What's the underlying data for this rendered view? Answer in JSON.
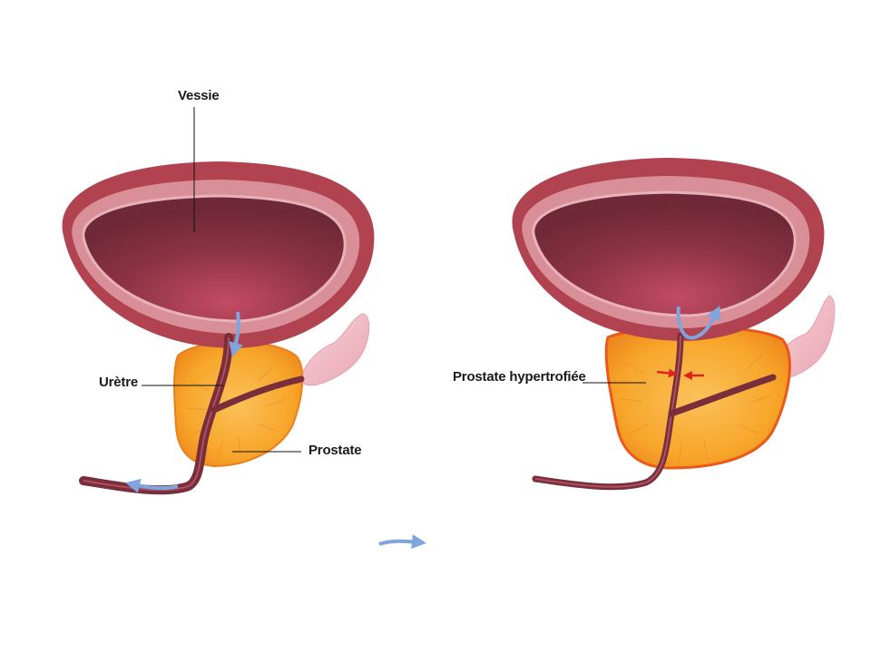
{
  "labels": {
    "bladder": "Vessie",
    "urethra": "Urètre",
    "prostate": "Prostate",
    "enlarged_prostate": "Prostate hypertrofiée"
  },
  "colors": {
    "bladder_outer": "#b0434f",
    "bladder_wall": "#d98f97",
    "bladder_lumen": "#7f2e3c",
    "prostate_fill": "#f7a928",
    "prostate_edge": "#e8591a",
    "urethra": "#7a2d3a",
    "flow_arrow": "#7fa4de",
    "compression_arrow": "#e0241d",
    "vesicle": "#f3b9c4"
  },
  "icons": {
    "flow": "blue-arrow",
    "compression": "red-arrow"
  }
}
